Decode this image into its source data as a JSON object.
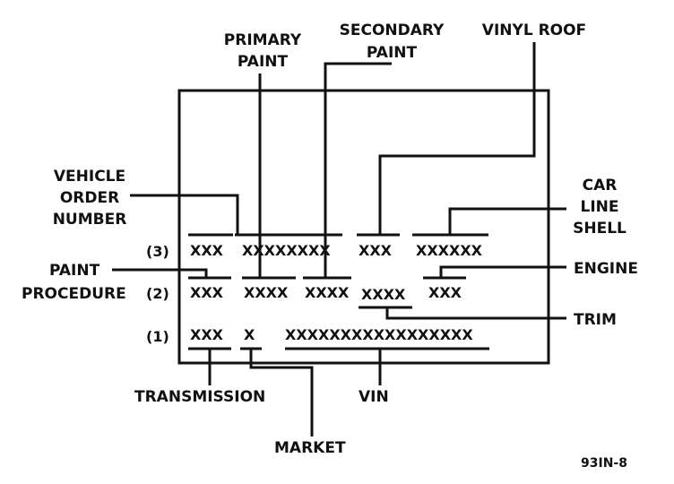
{
  "labels": {
    "primary_paint": [
      "PRIMARY",
      "PAINT"
    ],
    "secondary_paint": [
      "SECONDARY",
      "PAINT"
    ],
    "vinyl_roof": "VINYL ROOF",
    "vehicle_order_number": [
      "VEHICLE",
      "ORDER",
      "NUMBER"
    ],
    "car_line_shell": [
      "CAR",
      "LINE",
      "SHELL"
    ],
    "paint_procedure": [
      "PAINT",
      "PROCEDURE"
    ],
    "engine": "ENGINE",
    "trim": "TRIM",
    "transmission": "TRANSMISSION",
    "vin": "VIN",
    "market": "MARKET"
  },
  "rows": {
    "row3": {
      "number": "(3)",
      "codes": [
        "XXX",
        "XXXXXXXX",
        "XXX",
        "XXXXXX"
      ]
    },
    "row2": {
      "number": "(2)",
      "codes": [
        "XXX",
        "XXXX",
        "XXXX",
        "XXXX",
        "XXX"
      ]
    },
    "row1": {
      "number": "(1)",
      "codes": [
        "XXX",
        "X",
        "XXXXXXXXXXXXXXXXX"
      ]
    }
  },
  "figure_id": "93IN-8",
  "colors": {
    "ink": "#111111",
    "background": "#ffffff"
  }
}
